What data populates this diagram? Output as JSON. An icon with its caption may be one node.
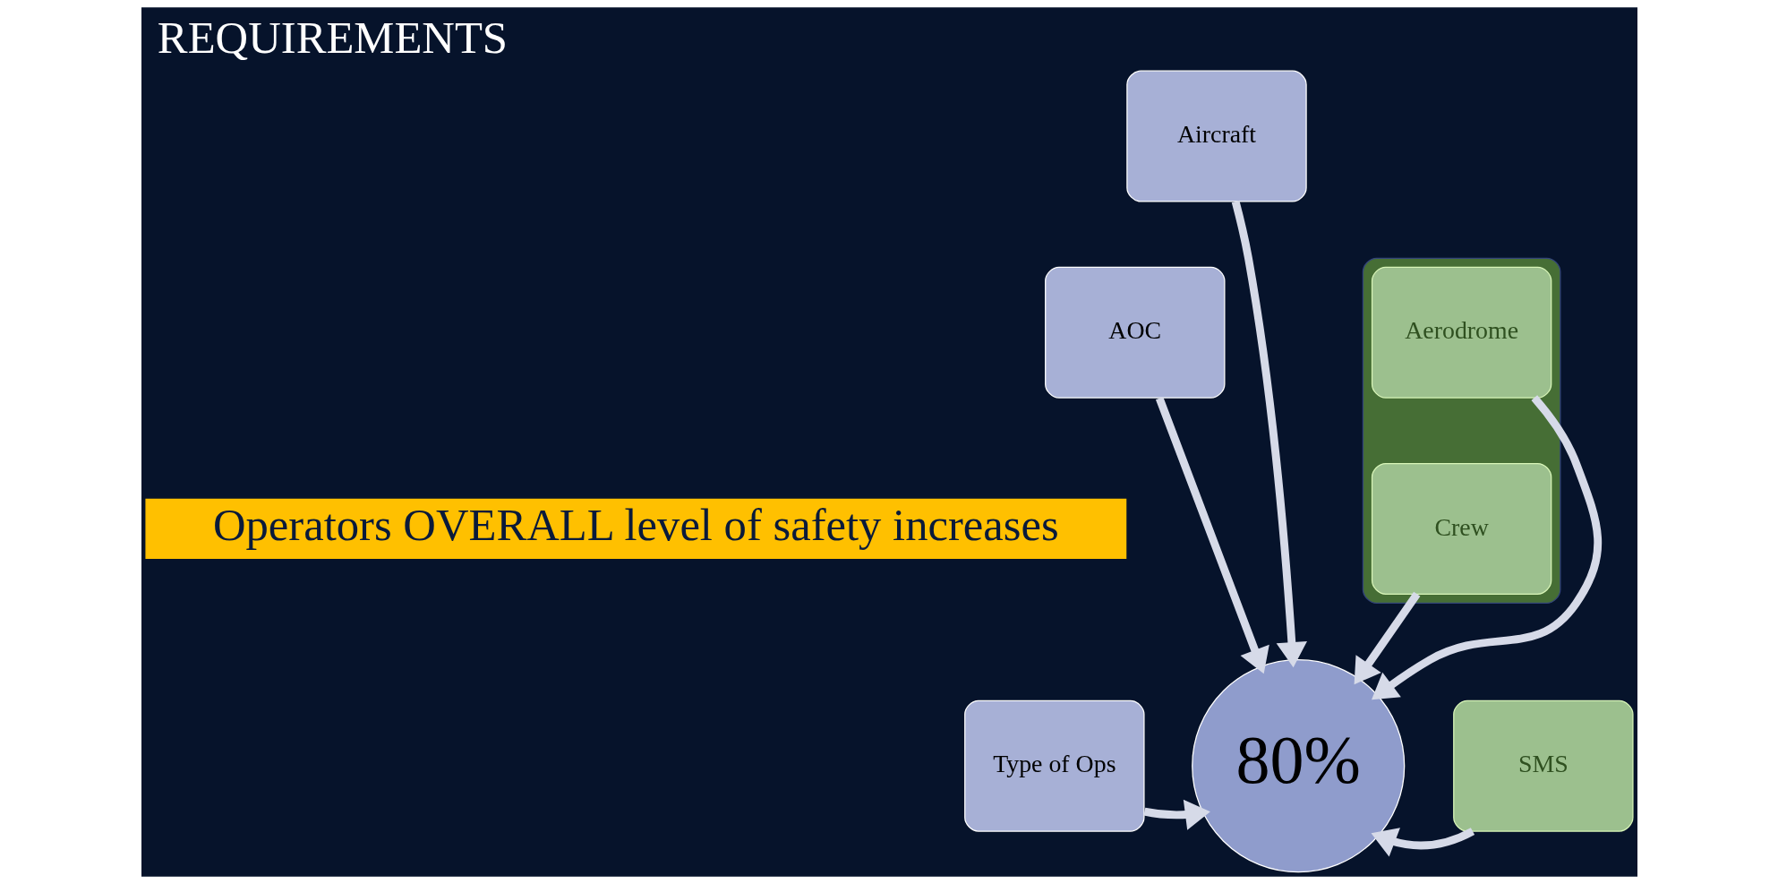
{
  "diagram": {
    "title": "REQUIREMENTS",
    "nodes": [
      {
        "text": [
          "Aircraft"
        ]
      },
      {
        "text": [],
        "shape": "ellipse"
      },
      {
        "text": [
          "Aerodrome"
        ],
        "in": 1
      },
      {
        "text": [
          "AOC"
        ]
      },
      {
        "text": [
          "Crew"
        ],
        "in": 1
      },
      {
        "text": [
          "Operators OVERALL level of safety increases"
        ]
      },
      {
        "text": [
          "Type of Ops"
        ]
      },
      {
        "text": [
          "80%"
        ]
      },
      {
        "text": [
          "SMS"
        ]
      }
    ],
    "edges": [
      {
        "from": 0,
        "to": 7,
        "arrow": "to"
      },
      {
        "from": 2,
        "to": 7,
        "arrow": "to"
      },
      {
        "from": 3,
        "to": 7,
        "arrow": "to"
      },
      {
        "from": 4,
        "to": 7,
        "arrow": "to"
      },
      {
        "from": 6,
        "to": 7,
        "arrow": "to"
      },
      {
        "from": 8,
        "to": 7,
        "arrow": "to"
      }
    ]
  }
}
